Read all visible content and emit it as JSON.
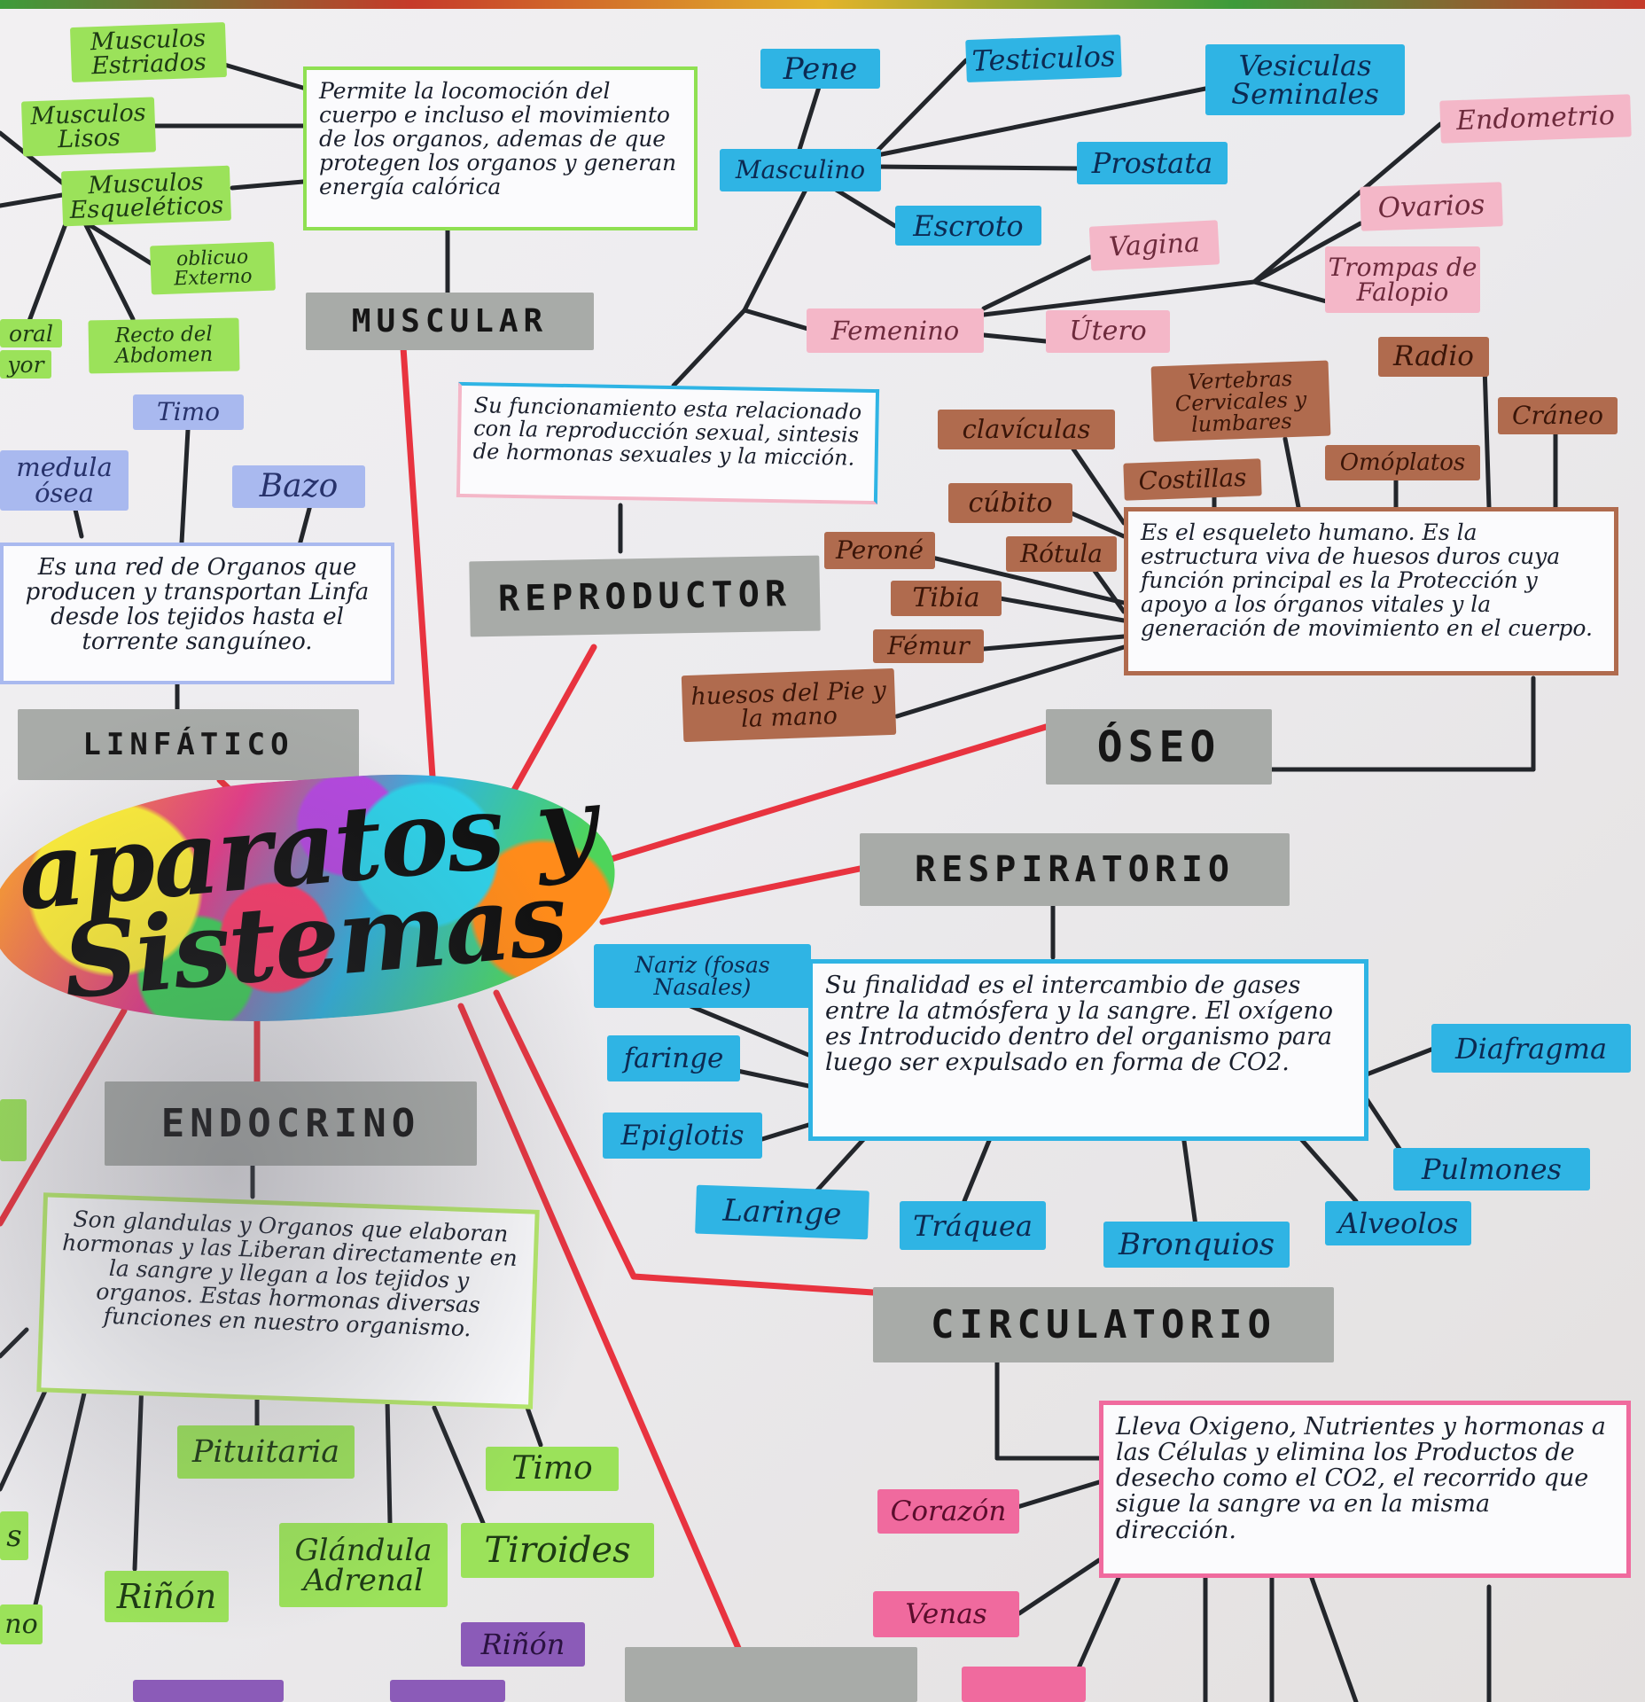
{
  "title": "aparatos y\nSistemas",
  "muscular": {
    "heading": "MUSCULAR",
    "description": "Permite la locomoción del cuerpo e incluso el movimiento de los organos, ademas de que protegen los organos y generan energía calórica",
    "labels": [
      "Musculos Estriados",
      "Musculos Lisos",
      "Musculos Esqueléticos",
      "oblicuo Externo",
      "Recto del Abdomen",
      "oral",
      "yor"
    ]
  },
  "reproductor": {
    "heading": "REPRODUCTOR",
    "description": "Su funcionamiento esta relacionado con la reproducción sexual, sintesis de hormonas sexuales y la micción.",
    "masculino": "Masculino",
    "masculino_items": [
      "Pene",
      "Testiculos",
      "Vesiculas Seminales",
      "Prostata",
      "Escroto"
    ],
    "femenino": "Femenino",
    "femenino_items": [
      "Vagina",
      "Útero",
      "Trompas de Falopio",
      "Ovarios",
      "Endometrio"
    ]
  },
  "linfatico": {
    "heading": "LINFÁTICO",
    "description": "Es una red de Organos que producen y transportan Linfa desde los tejidos hasta el torrente sanguíneo.",
    "labels": [
      "Timo",
      "medula ósea",
      "Bazo"
    ]
  },
  "oseo": {
    "heading": "ÓSEO",
    "description": "Es el esqueleto humano. Es la estructura viva de huesos duros cuya función principal es la Protección y apoyo a los órganos vitales y la generación de movimiento en el cuerpo.",
    "labels": [
      "Radio",
      "Vertebras Cervicales y lumbares",
      "Cráneo",
      "clavículas",
      "Costillas",
      "Omóplatos",
      "cúbito",
      "Peroné",
      "Rótula",
      "Tibia",
      "Fémur",
      "huesos del Pie y la mano"
    ]
  },
  "respiratorio": {
    "heading": "RESPIRATORIO",
    "description": "Su finalidad es el intercambio de gases entre la atmósfera y la sangre. El oxígeno es Introducido dentro del organismo para luego ser expulsado en forma de CO2.",
    "labels": [
      "Nariz (fosas Nasales)",
      "faringe",
      "Epiglotis",
      "Laringe",
      "Tráquea",
      "Bronquios",
      "Alveolos",
      "Pulmones",
      "Diafragma"
    ]
  },
  "endocrino": {
    "heading": "ENDOCRINO",
    "description": "Son glandulas y Organos que elaboran hormonas y las Liberan directamente en la sangre y llegan a los tejidos y organos. Estas hormonas diversas funciones en nuestro organismo.",
    "labels": [
      "Pituitaria",
      "Timo",
      "Glándula Adrenal",
      "Tiroides",
      "Riñón",
      "Riñón",
      "s",
      "no"
    ]
  },
  "circulatorio": {
    "heading": "CIRCULATORIO",
    "description": "Lleva Oxigeno, Nutrientes y hormonas a las Células y elimina los Productos de desecho como el CO2, el recorrido que sigue la sangre va en la misma dirección.",
    "labels": [
      "Corazón",
      "Venas"
    ]
  },
  "colors": {
    "connector_red": "#e8333f",
    "connector_dark": "#23262b",
    "muscular_green": "#9be25a",
    "reproductor_blue": "#2fb4e4",
    "reproductor_pink": "#f4b7c8",
    "oseo_brown": "#b06b4e",
    "linfatico_blue": "#a9b9ef",
    "circulatorio_pink": "#f06a9e",
    "heading_gray": "#a8aba8"
  }
}
